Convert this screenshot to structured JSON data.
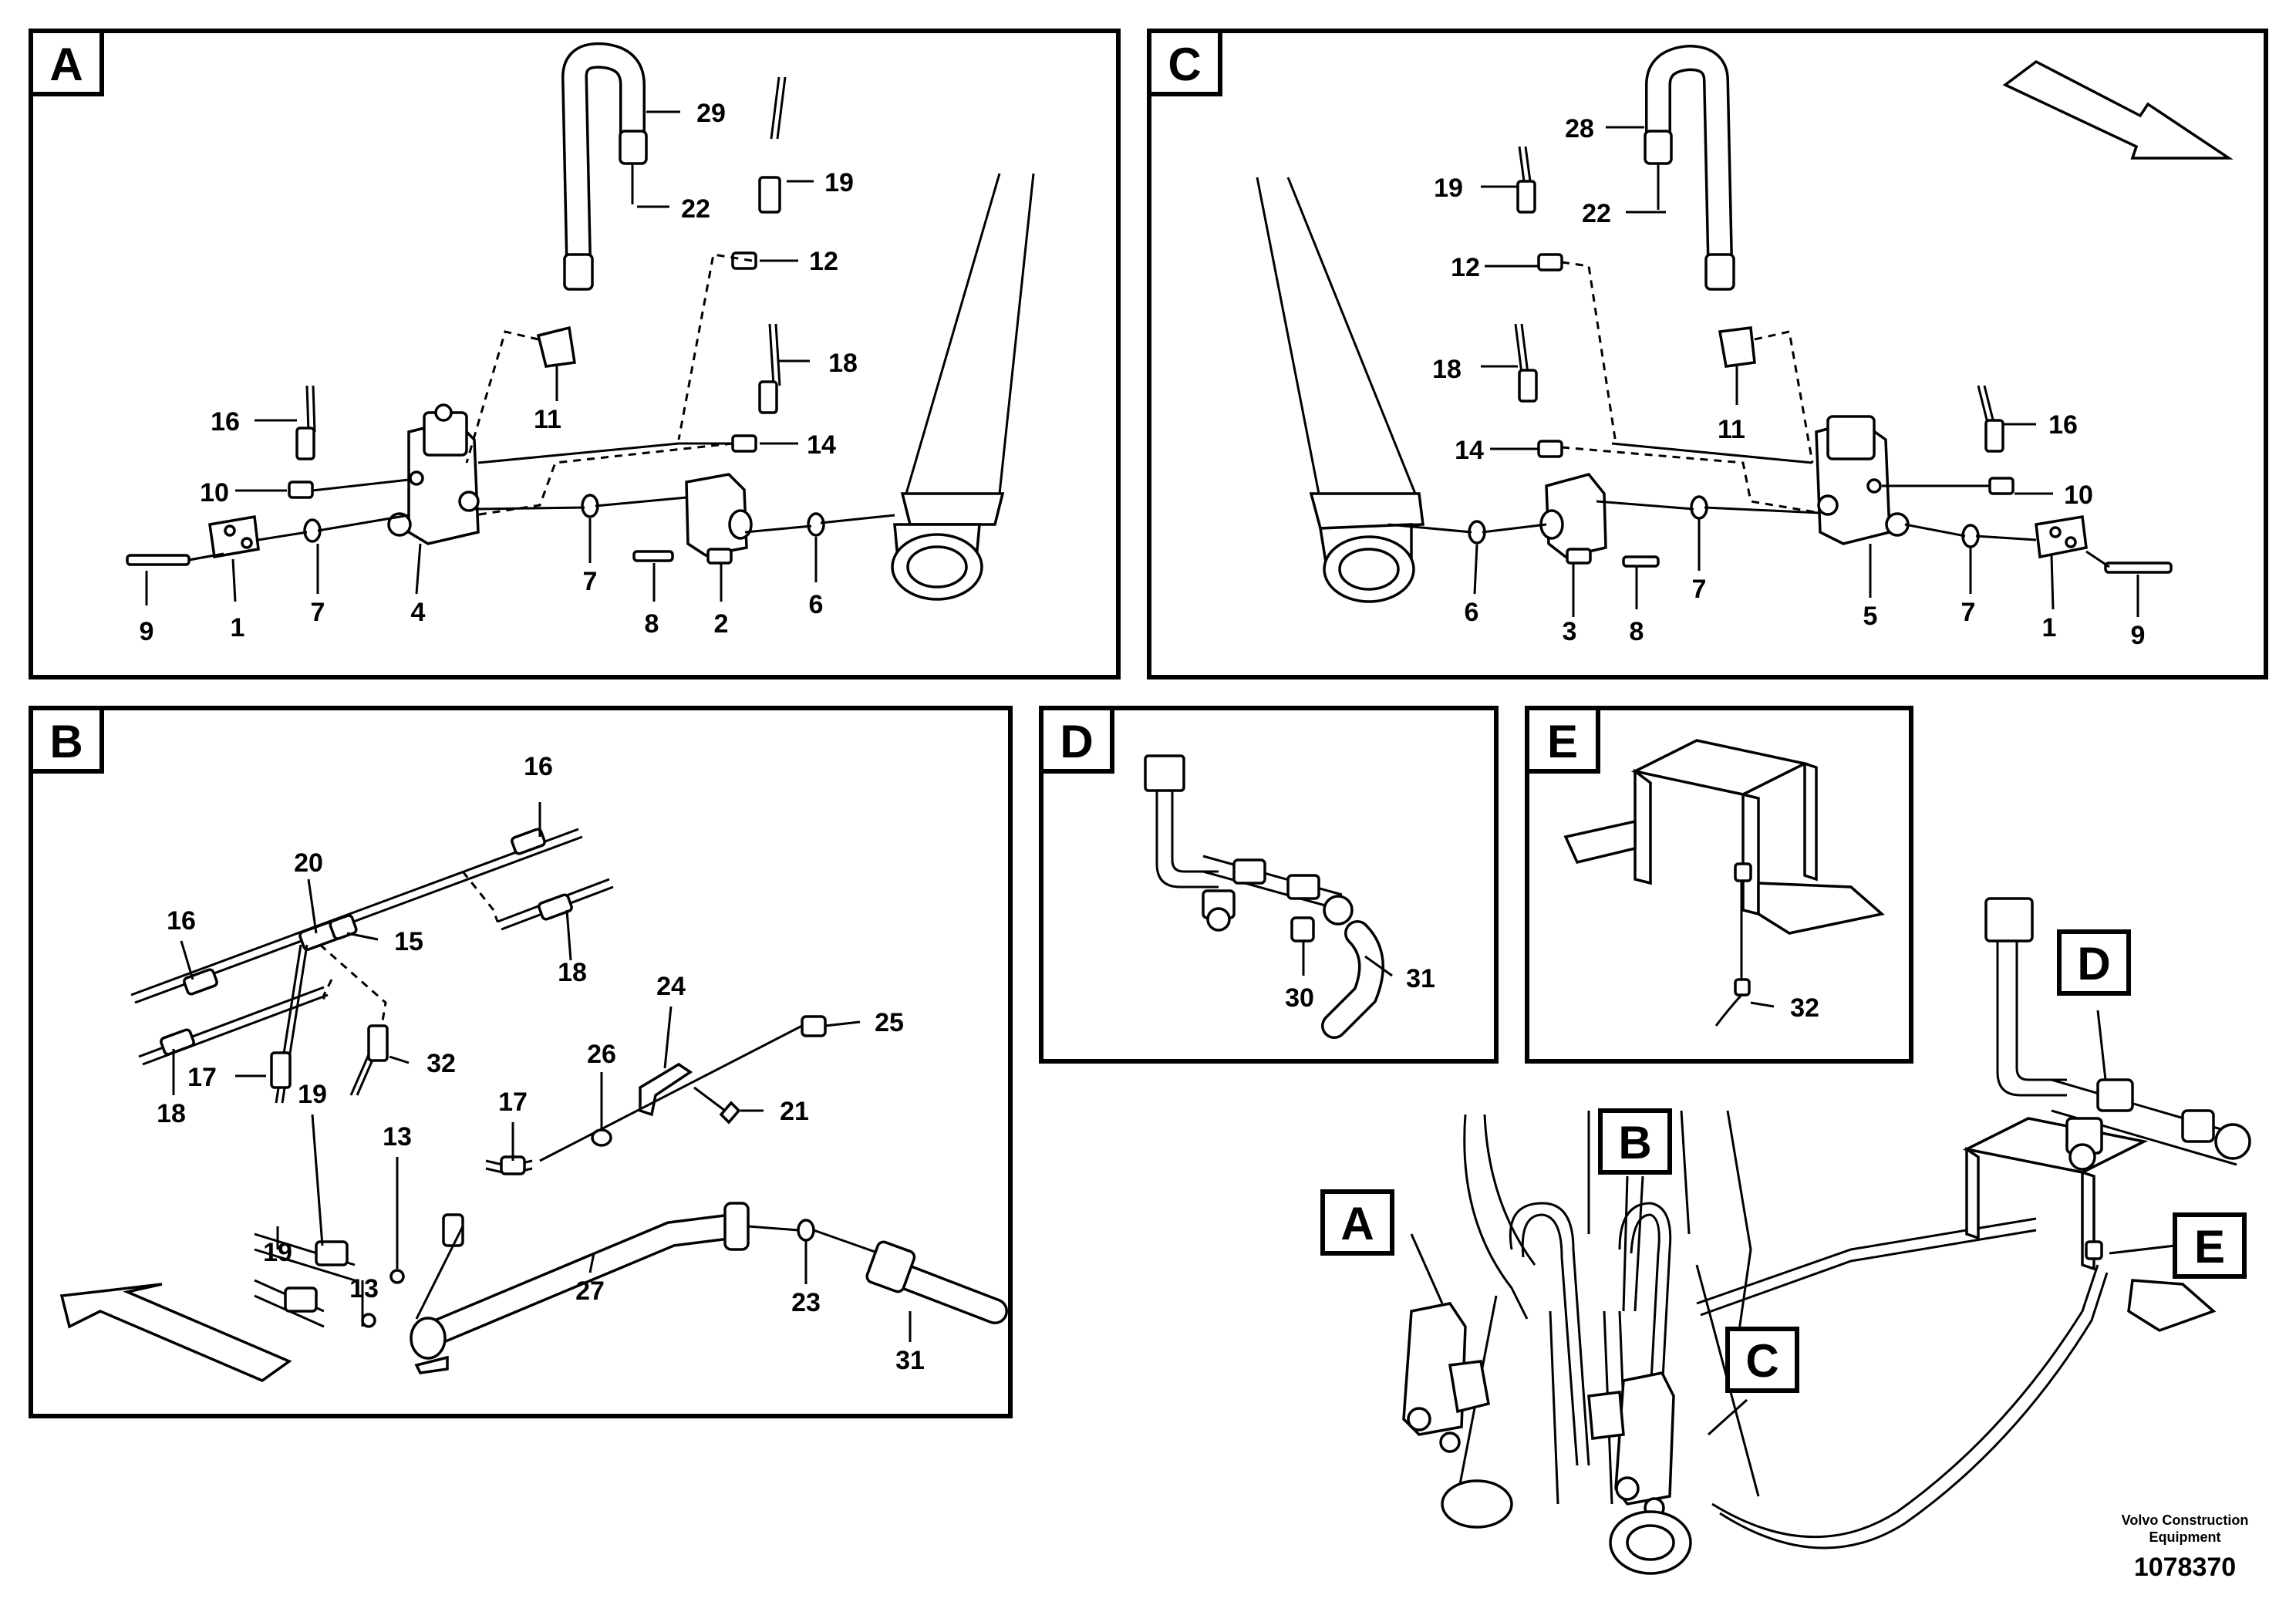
{
  "panels": {
    "A": {
      "letter": "A",
      "labels": [
        "29",
        "22",
        "19",
        "12",
        "18",
        "16",
        "11",
        "14",
        "10",
        "9",
        "1",
        "7",
        "4",
        "7",
        "8",
        "2",
        "6"
      ]
    },
    "C": {
      "letter": "C",
      "labels": [
        "28",
        "22",
        "19",
        "12",
        "18",
        "11",
        "16",
        "14",
        "10",
        "6",
        "3",
        "8",
        "7",
        "5",
        "7",
        "1",
        "9"
      ]
    },
    "B": {
      "letter": "B",
      "labels": [
        "16",
        "20",
        "16",
        "15",
        "18",
        "24",
        "25",
        "32",
        "26",
        "18",
        "17",
        "17",
        "21",
        "19",
        "13",
        "19",
        "13",
        "27",
        "23",
        "31"
      ]
    },
    "D": {
      "letter": "D",
      "labels": [
        "30",
        "31"
      ]
    },
    "E": {
      "letter": "E",
      "labels": [
        "32"
      ]
    }
  },
  "overview": {
    "callouts": [
      "D",
      "B",
      "A",
      "C",
      "E"
    ]
  },
  "footer": {
    "company_line1": "Volvo Construction",
    "company_line2": "Equipment",
    "drawing_number": "1078370"
  }
}
